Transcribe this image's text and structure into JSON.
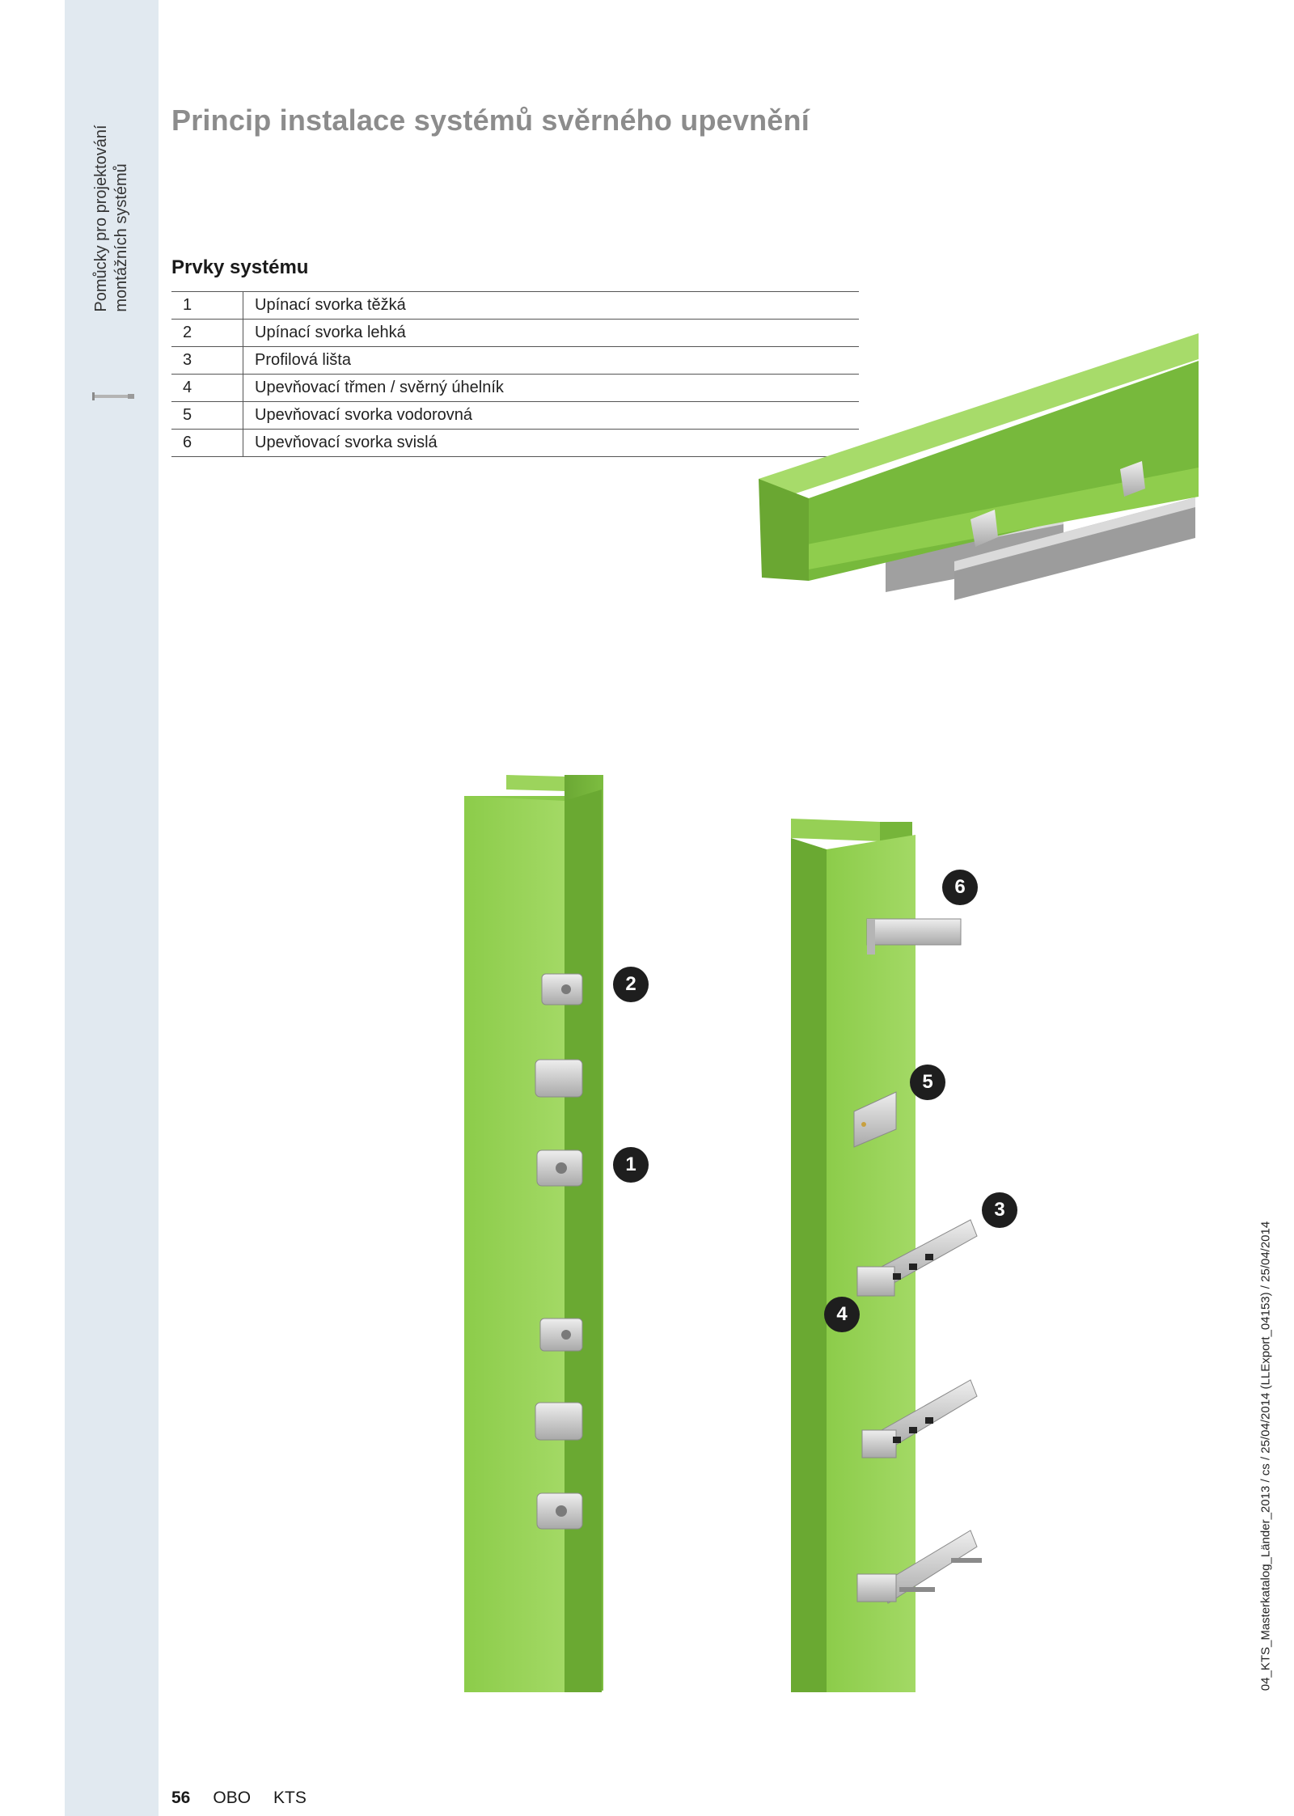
{
  "sidebar": {
    "line1": "Pomůcky pro projektování",
    "line2": "montážních systémů"
  },
  "title": "Princip instalace systémů svěrného upevnění",
  "parts": {
    "heading": "Prvky systému",
    "rows": [
      {
        "num": "1",
        "label": "Upínací svorka těžká"
      },
      {
        "num": "2",
        "label": "Upínací svorka lehká"
      },
      {
        "num": "3",
        "label": "Profilová lišta"
      },
      {
        "num": "4",
        "label": "Upevňovací třmen / svěrný úhelník"
      },
      {
        "num": "5",
        "label": "Upevňovací svorka vodorovná"
      },
      {
        "num": "6",
        "label": "Upevňovací svorka svislá"
      }
    ]
  },
  "callouts": [
    "1",
    "2",
    "3",
    "4",
    "5",
    "6"
  ],
  "footer": {
    "page": "56",
    "brand": "OBO",
    "section": "KTS"
  },
  "print_stamp": "04_KTS_Masterkatalog_Länder_2013 / cs / 25/04/2014 (LLExport_04153) / 25/04/2014",
  "colors": {
    "sidebar": "#e1e9f0",
    "steel_green": "#8fcd4c",
    "title_gray": "#8c8c8c",
    "callout": "#1e1e1e"
  }
}
